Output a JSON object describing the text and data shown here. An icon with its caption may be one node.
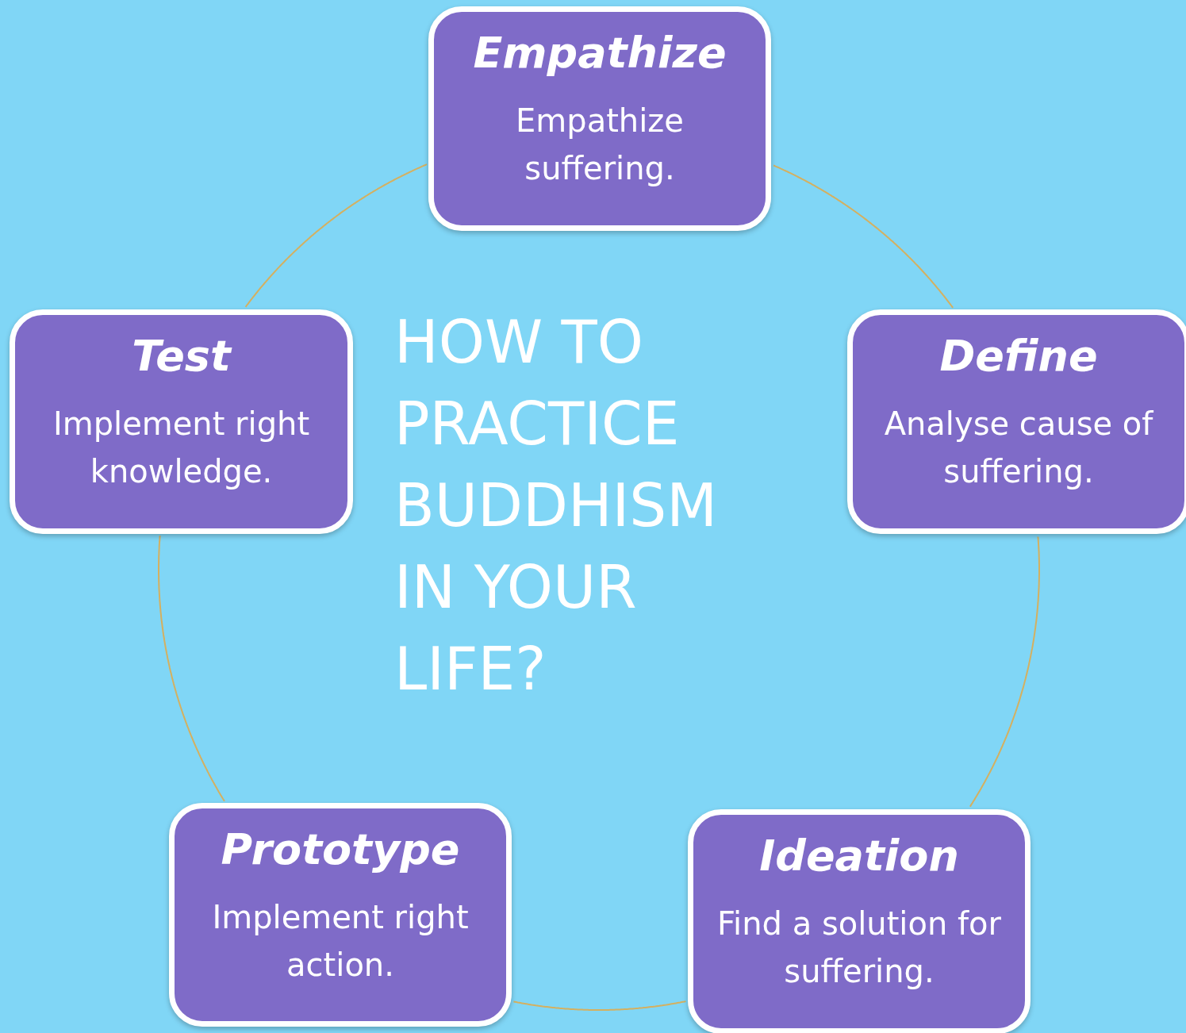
{
  "diagram": {
    "title": "HOW TO PRACTICE BUDDHISM IN YOUR LIFE?",
    "nodes": [
      {
        "text": [
          "Empathize",
          "Empathize suffering."
        ]
      },
      {
        "text": [
          "Define",
          "Analyse cause of suffering."
        ]
      },
      {
        "text": [
          "Ideation",
          "Find a solution for suffering."
        ]
      },
      {
        "text": [
          "Prototype",
          "Implement right action."
        ]
      },
      {
        "text": [
          "Test",
          "Implement right knowledge."
        ]
      }
    ],
    "edges": [
      {
        "from": 0,
        "to": 1,
        "arrow": "none"
      },
      {
        "from": 1,
        "to": 2,
        "arrow": "none"
      },
      {
        "from": 2,
        "to": 3,
        "arrow": "none"
      },
      {
        "from": 3,
        "to": 4,
        "arrow": "none"
      },
      {
        "from": 4,
        "to": 0,
        "arrow": "none"
      }
    ]
  }
}
